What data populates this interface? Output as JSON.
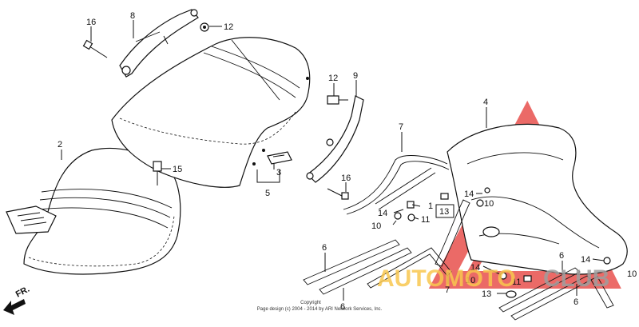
{
  "diagram": {
    "callouts": [
      {
        "id": "c16a",
        "label": "16"
      },
      {
        "id": "c8",
        "label": "8"
      },
      {
        "id": "c12a",
        "label": "12"
      },
      {
        "id": "c12b",
        "label": "12"
      },
      {
        "id": "c9",
        "label": "9"
      },
      {
        "id": "c7a",
        "label": "7"
      },
      {
        "id": "c4",
        "label": "4"
      },
      {
        "id": "c2",
        "label": "2"
      },
      {
        "id": "c15",
        "label": "15"
      },
      {
        "id": "c3",
        "label": "3"
      },
      {
        "id": "c5",
        "label": "5"
      },
      {
        "id": "c16b",
        "label": "16"
      },
      {
        "id": "c14a",
        "label": "14"
      },
      {
        "id": "c10a",
        "label": "10"
      },
      {
        "id": "c13a",
        "label": "13"
      },
      {
        "id": "c1",
        "label": "1"
      },
      {
        "id": "c14b",
        "label": "14"
      },
      {
        "id": "c10b",
        "label": "10"
      },
      {
        "id": "c11a",
        "label": "11"
      },
      {
        "id": "c6a",
        "label": "6"
      },
      {
        "id": "c6b",
        "label": "6"
      },
      {
        "id": "c7b",
        "label": "7"
      },
      {
        "id": "c14c",
        "label": "14"
      },
      {
        "id": "c10c",
        "label": "10"
      },
      {
        "id": "c11b",
        "label": "11"
      },
      {
        "id": "c13b",
        "label": "13"
      },
      {
        "id": "c6c",
        "label": "6"
      },
      {
        "id": "c6d",
        "label": "6"
      },
      {
        "id": "c14d",
        "label": "14"
      },
      {
        "id": "c10d",
        "label": "10"
      }
    ],
    "direction_label": "FR.",
    "copyright_line1": "Copyright",
    "copyright_line2": "Page design (c) 2004 - 2014 by ARI Network Services, Inc."
  },
  "watermark": {
    "text_part1": "AUTOMOTO",
    "text_part2": "CLUB",
    "accent_color": "#e53935",
    "secondary_color": "#9e9e9e",
    "badge_color": "#f9c74f"
  }
}
